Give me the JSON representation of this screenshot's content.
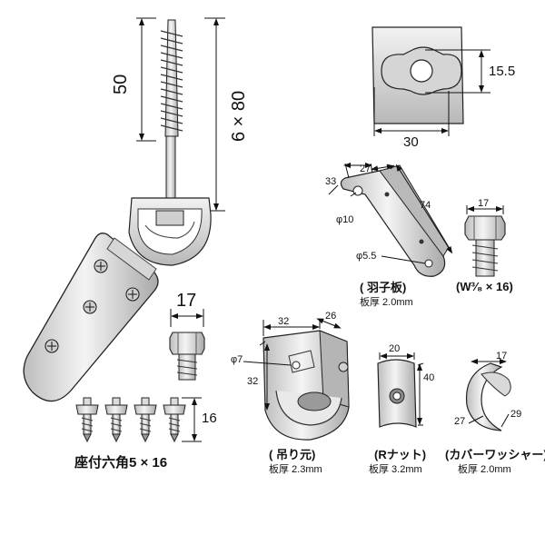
{
  "dimensions": {
    "screw_length": "50",
    "screw_spec": "6 × 80",
    "plate_width": "30",
    "plate_height": "15.5",
    "bracket_len_a": "33",
    "bracket_len_b": "27",
    "bracket_len_c": "74",
    "bracket_hole_1": "φ10",
    "bracket_hole_2": "φ5.5",
    "bolt_head": "17",
    "small_bolt_head": "17",
    "small_bolt_len": "16",
    "hanger_w": "32",
    "hanger_d": "26",
    "hanger_h": "32",
    "hanger_hole": "φ7",
    "nut_w": "20",
    "nut_h": "40",
    "washer_a": "17",
    "washer_b": "27",
    "washer_c": "29"
  },
  "captions": {
    "bracket_name": "( 羽子板)",
    "bracket_thickness": "板厚 2.0mm",
    "bolt_name": "(W³⁄₈ × 16)",
    "screw_set_name": "座付六角5 × 16",
    "hanger_name": "( 吊り元)",
    "hanger_thickness": "板厚 2.3mm",
    "nut_name": "(Rナット)",
    "nut_thickness": "板厚 3.2mm",
    "washer_name": "(カバーワッシャー)",
    "washer_thickness": "板厚 2.0mm"
  },
  "colors": {
    "metal_light": "#e8e8e8",
    "metal_mid": "#c9c9c9",
    "metal_dark": "#8e8e8e",
    "line": "#1a1a1a"
  }
}
